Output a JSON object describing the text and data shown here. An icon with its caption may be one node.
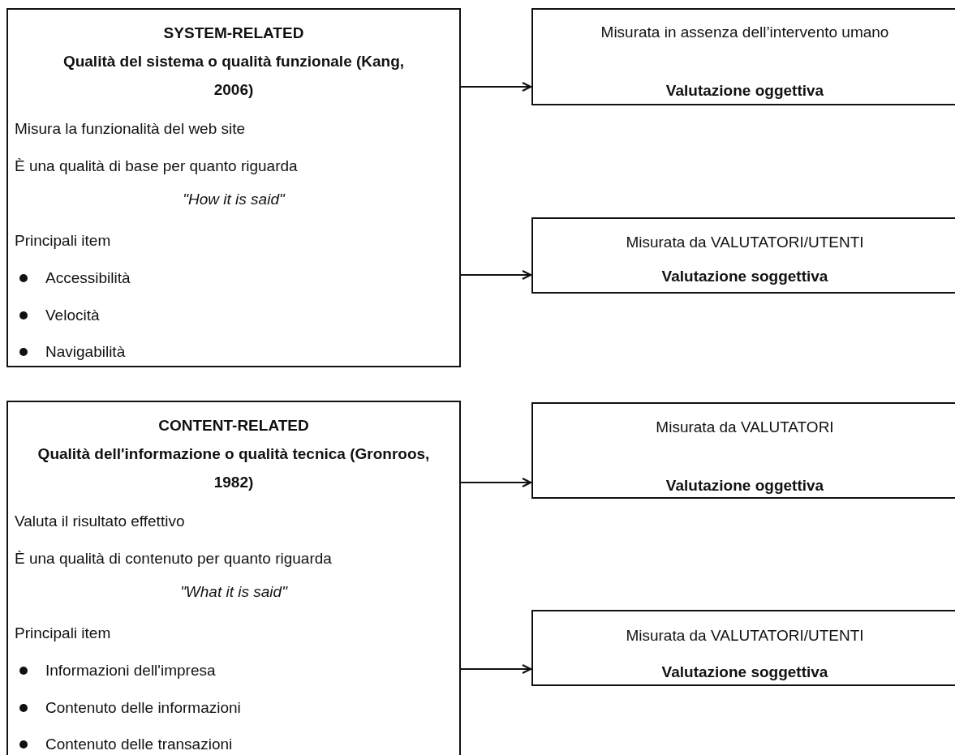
{
  "diagram": {
    "nodes": [
      {
        "text": [
          "SYSTEM-RELATED",
          "Qualità del sistema o qualità funzionale (Kang, 2006)",
          "Misura la funzionalità del web site",
          "È una qualità di base per quanto riguarda",
          "\"How it is said\"",
          "Principali item",
          "Accessibilità",
          "Velocità",
          "Navigabilità"
        ]
      },
      {
        "text": [
          "Misurata in assenza dell’intervento umano",
          "Valutazione oggettiva"
        ]
      },
      {
        "text": [
          "Misurata da VALUTATORI/UTENTI",
          "Valutazione soggettiva"
        ]
      },
      {
        "text": [
          "CONTENT-RELATED",
          "Qualità dell'informazione o qualità tecnica (Gronroos, 1982)",
          "Valuta il risultato effettivo",
          "È una qualità di contenuto per quanto riguarda",
          "\"What it is said\"",
          "Principali item",
          "Informazioni dell'impresa",
          "Contenuto delle informazioni",
          "Contenuto delle transazioni"
        ]
      },
      {
        "text": [
          "Misurata da VALUTATORI",
          "Valutazione oggettiva"
        ]
      },
      {
        "text": [
          "Misurata da VALUTATORI/UTENTI",
          "Valutazione soggettiva"
        ]
      }
    ],
    "edges": [
      {
        "from": 0,
        "to": 1,
        "arrow": "to"
      },
      {
        "from": 0,
        "to": 2,
        "arrow": "to"
      },
      {
        "from": 3,
        "to": 4,
        "arrow": "to"
      },
      {
        "from": 3,
        "to": 5,
        "arrow": "to"
      }
    ]
  }
}
